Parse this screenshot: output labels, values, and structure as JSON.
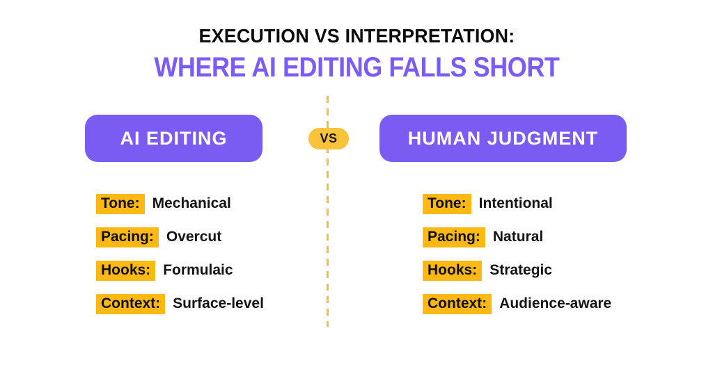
{
  "title": {
    "line1": "EXECUTION VS INTERPRETATION:",
    "line2": "WHERE AI EDITING FALLS SHORT"
  },
  "vs_badge": "VS",
  "left": {
    "header": "AI EDITING",
    "items": [
      {
        "label": "Tone:",
        "value": "Mechanical"
      },
      {
        "label": "Pacing:",
        "value": "Overcut"
      },
      {
        "label": "Hooks:",
        "value": "Formulaic"
      },
      {
        "label": "Context:",
        "value": "Surface-level"
      }
    ]
  },
  "right": {
    "header": "HUMAN JUDGMENT",
    "items": [
      {
        "label": "Tone:",
        "value": "Intentional"
      },
      {
        "label": "Pacing:",
        "value": "Natural"
      },
      {
        "label": "Hooks:",
        "value": "Strategic"
      },
      {
        "label": "Context:",
        "value": "Audience-aware"
      }
    ]
  },
  "colors": {
    "purple": "#7B5CF2",
    "title-purple": "#7C5CF6",
    "gold-highlight": "#FDB913",
    "gold-pill": "#F8C23A",
    "gold-line": "#F4BC40"
  }
}
